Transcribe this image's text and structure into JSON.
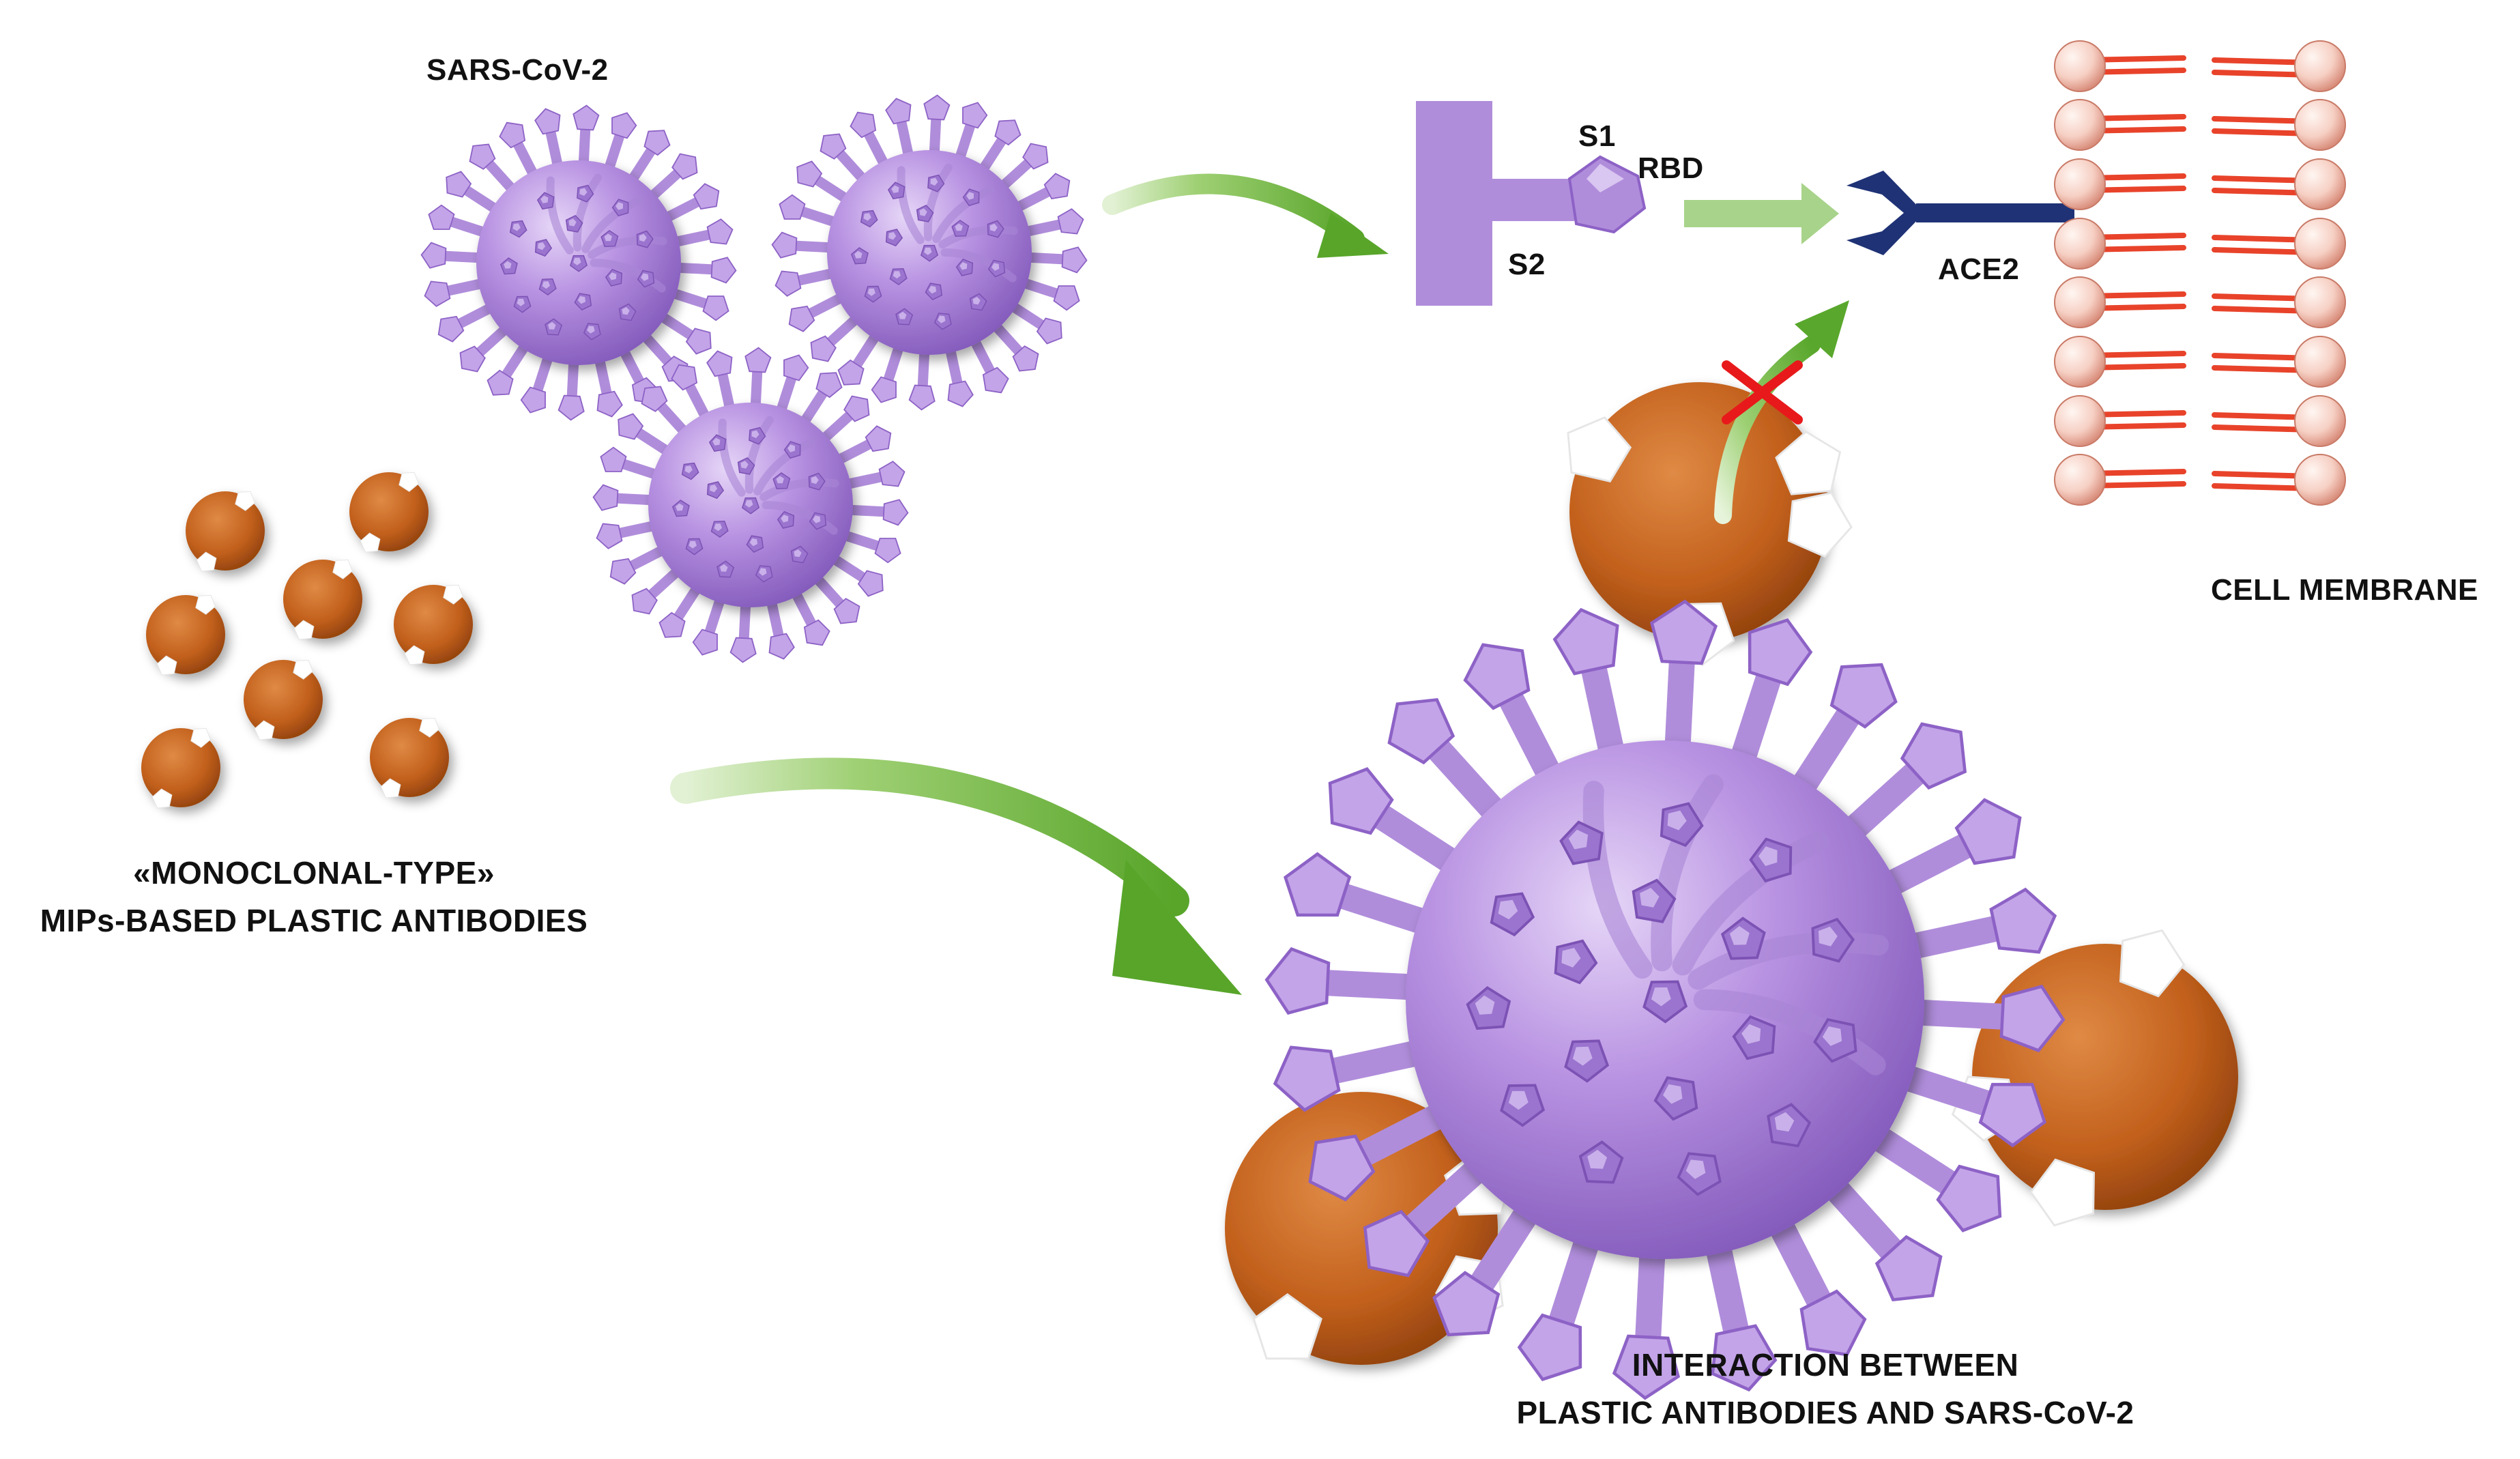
{
  "labels": {
    "sars_cov_2": "SARS-CoV-2",
    "s1": "S1",
    "rbd": "RBD",
    "s2": "S2",
    "ace2": "ACE2",
    "cell_membrane": "CELL MEMBRANE",
    "mips_line1": "«MONOCLONAL-TYPE»",
    "mips_line2": "MIPs-BASED PLASTIC ANTIBODIES",
    "interaction_line1": "INTERACTION BETWEEN",
    "interaction_line2": "PLASTIC ANTIBODIES AND SARS-CoV-2"
  },
  "colors": {
    "virus": "#b28ee0",
    "virus_dark": "#8d62c6",
    "spike_protein": "#b08ddb",
    "antibody": "#c2601c",
    "antibody_dark": "#8e410f",
    "arrow_green": "#6ab23c",
    "arrow_light_green": "#a8d38a",
    "ace2_receptor": "#1f3276",
    "lipid_tail": "#e8432a",
    "lipid_head": "#f8d2c8",
    "block_mark": "#e8191b"
  }
}
